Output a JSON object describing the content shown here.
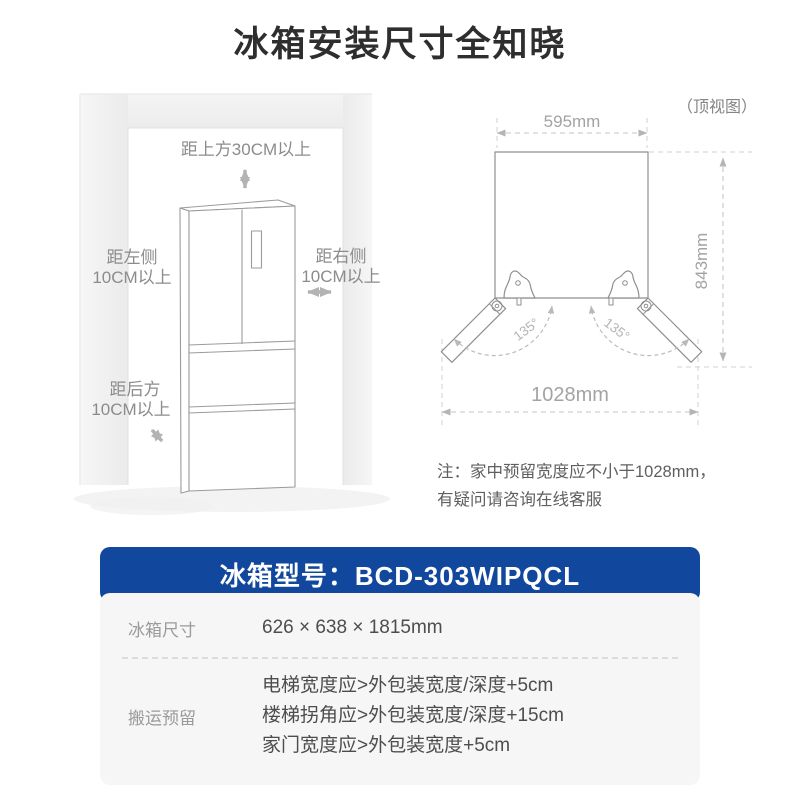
{
  "title": "冰箱安装尺寸全知晓",
  "installation": {
    "top_clearance": "距上方30CM以上",
    "left_clearance": [
      "距左侧",
      "10CM以上"
    ],
    "right_clearance": [
      "距右侧",
      "10CM以上"
    ],
    "back_clearance": [
      "距后方",
      "10CM以上"
    ]
  },
  "top_view": {
    "caption": "（顶视图）",
    "width": "595mm",
    "depth": "843mm",
    "open_width": "1028mm",
    "left_door_angle": "135°",
    "right_door_angle": "135°"
  },
  "note": [
    "注：家中预留宽度应不小于1028mm，",
    "有疑问请咨询在线客服"
  ],
  "spec_table": {
    "model_header": "冰箱型号：BCD-303WIPQCL",
    "rows": [
      {
        "label": "冰箱尺寸",
        "values": [
          "626 × 638 × 1815mm"
        ]
      },
      {
        "label": "搬运预留",
        "values": [
          "电梯宽度应>外包装宽度/深度+5cm",
          "楼梯拐角应>外包装宽度/深度+15cm",
          "家门宽度应>外包装宽度+5cm"
        ]
      }
    ]
  },
  "colors": {
    "header_blue": "#11489e",
    "panel_bg": "#f6f6f6",
    "drawing_line": "#9b9b9b",
    "dim_line": "#c9c9c9",
    "arrow_gray": "#b3b3b3",
    "label_gray": "#8c8c8c"
  }
}
